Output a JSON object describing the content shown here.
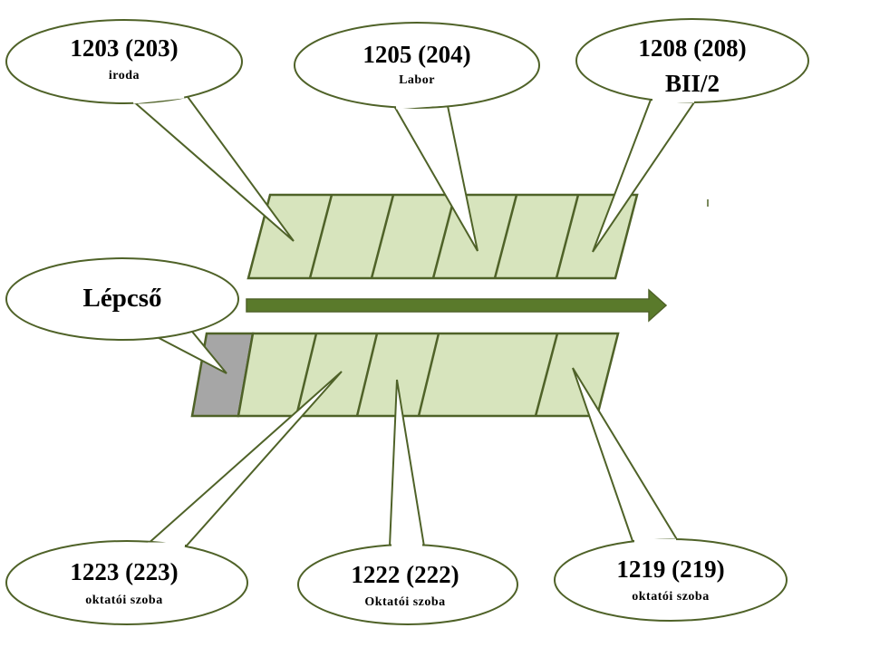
{
  "colors": {
    "outline": "#4f6228",
    "room_fill": "#d7e4bd",
    "stair_fill": "#a6a6a6",
    "arrow": "#5a7a2b",
    "balloon_fill": "#ffffff"
  },
  "labels": {
    "r1203": {
      "title": "1203 (203)",
      "sub": "iroda"
    },
    "r1205": {
      "title": "1205 (204)",
      "sub": "Labor"
    },
    "r1208": {
      "title": "1208 (208)",
      "sub": "BII/2"
    },
    "stairs": {
      "title": "Lépcső"
    },
    "r1223": {
      "title": "1223 (223)",
      "sub": "oktatói szoba"
    },
    "r1222": {
      "title": "1222 (222)",
      "sub": "Oktatói szoba"
    },
    "r1219": {
      "title": "1219 (219)",
      "sub": "oktatói szoba"
    }
  }
}
